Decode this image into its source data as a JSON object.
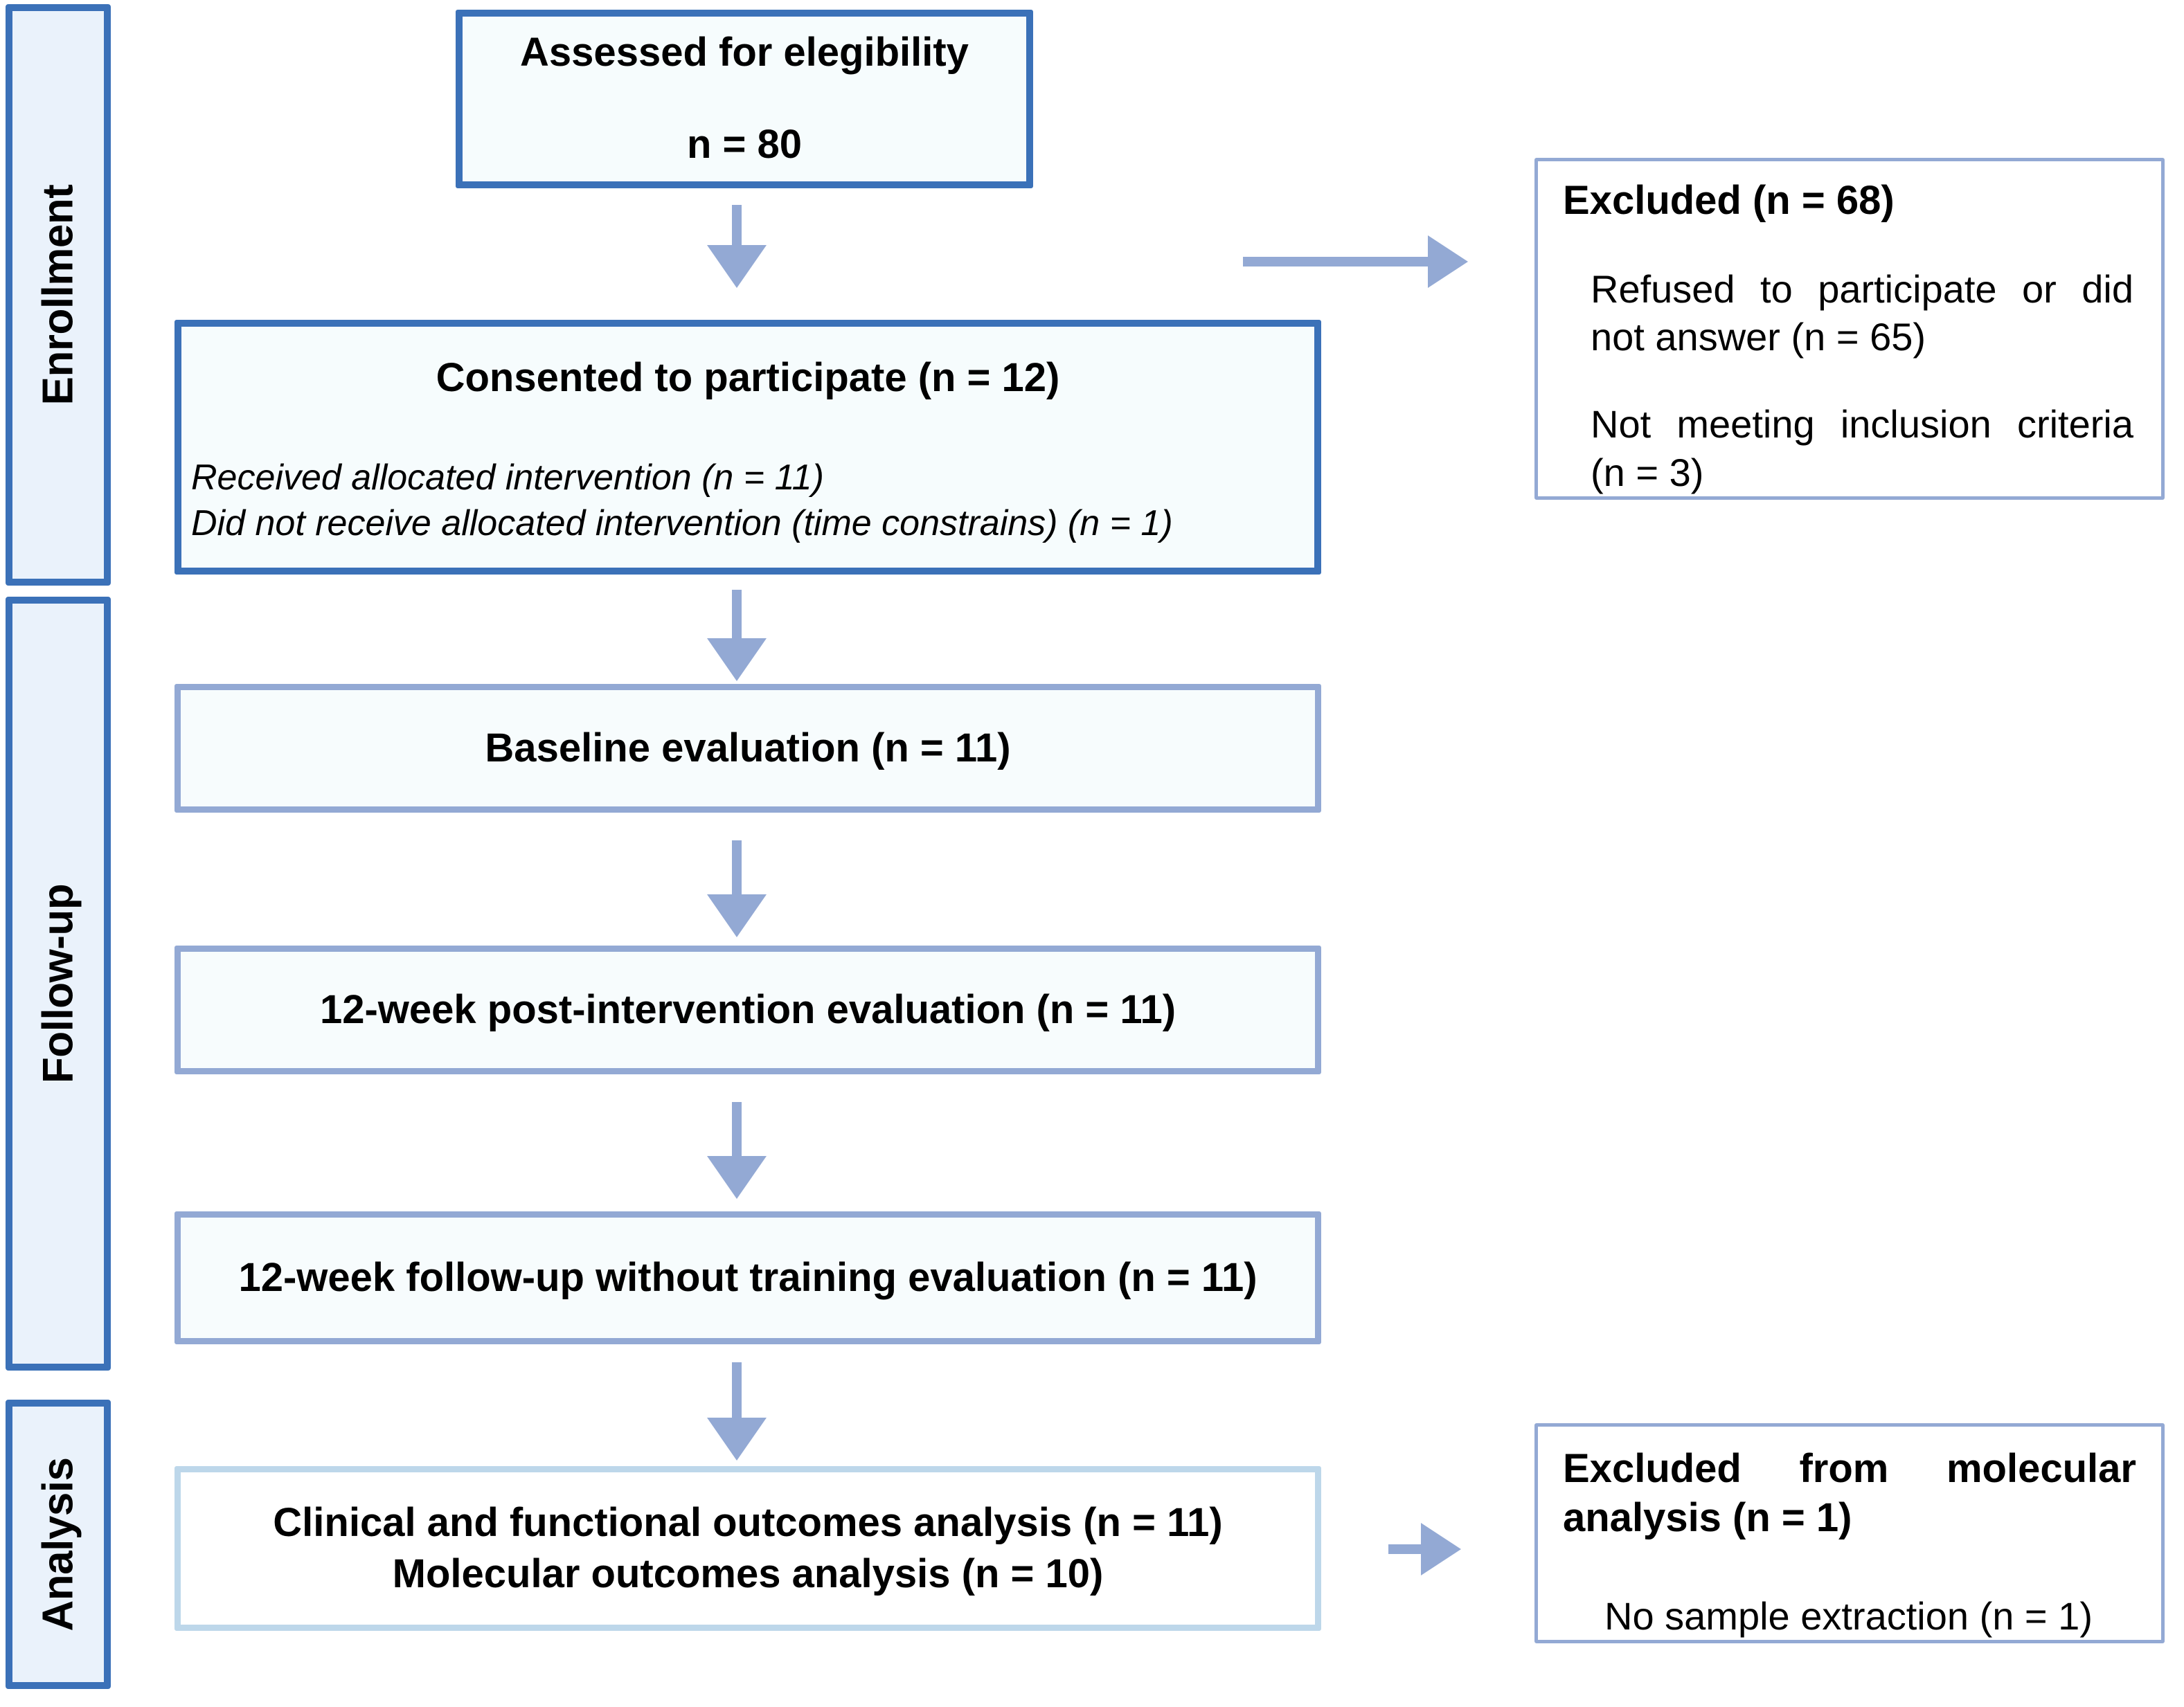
{
  "diagram": {
    "type": "consort-flow-diagram",
    "colors": {
      "strong_border": "#3b71b8",
      "medium_border": "#93a9d4",
      "light_border": "#bdd7ea",
      "band_fill": "#eaf2fb",
      "box_fill": "#f7fcfd",
      "arrow": "#93a9d4",
      "text": "#000000"
    }
  },
  "phases": [
    {
      "id": "enrollment",
      "label": "Enrollment"
    },
    {
      "id": "follow-up",
      "label": "Follow-up"
    },
    {
      "id": "analysis",
      "label": "Analysis"
    }
  ],
  "nodes": {
    "assessed": {
      "title": "Assessed for elegibility",
      "count": "n = 80"
    },
    "consented": {
      "title": "Consented to participate (n = 12)",
      "detail_1": "Received allocated intervention (n = 11)",
      "detail_2": "Did not receive allocated intervention (time constrains) (n = 1)"
    },
    "excluded": {
      "heading": "Excluded (n = 68)",
      "reason_1": "Refused to participate or did not answer (n = 65)",
      "reason_2": "Not meeting inclusion criteria (n = 3)"
    },
    "baseline": {
      "title": "Baseline evaluation (n = 11)"
    },
    "post_intervention": {
      "title": "12-week post-intervention evaluation (n = 11)"
    },
    "followup_no_training": {
      "title": "12-week follow-up without training evaluation (n = 11)"
    },
    "analysis_outcomes": {
      "line_1": "Clinical and functional outcomes analysis (n = 11)",
      "line_2": "Molecular outcomes analysis (n = 10)"
    },
    "excluded_molecular": {
      "heading": "Excluded from molecular analysis (n = 1)",
      "reason_1": "No sample extraction (n = 1)"
    }
  },
  "edges": [
    {
      "id": "assessed-to-consented",
      "kind": "arrow-down"
    },
    {
      "id": "assessed-to-excluded",
      "kind": "arrow-right"
    },
    {
      "id": "consented-to-baseline",
      "kind": "arrow-down"
    },
    {
      "id": "baseline-to-post-intervention",
      "kind": "arrow-down"
    },
    {
      "id": "post-intervention-to-followup",
      "kind": "arrow-down"
    },
    {
      "id": "followup-to-analysis",
      "kind": "arrow-down"
    },
    {
      "id": "analysis-to-excluded-molecular",
      "kind": "arrow-right"
    }
  ]
}
